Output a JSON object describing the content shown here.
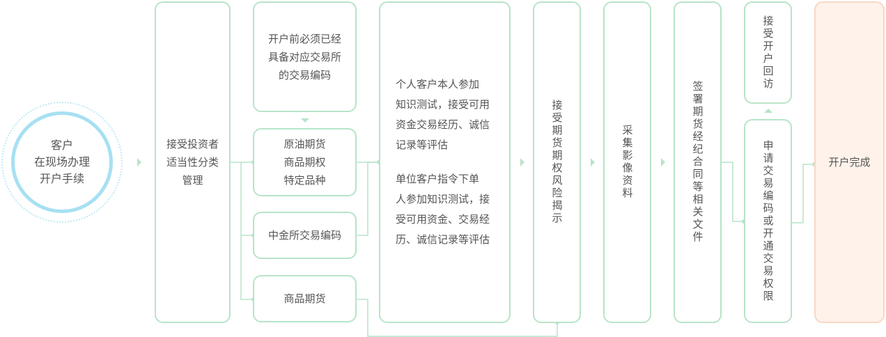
{
  "start": {
    "lines": [
      "客户",
      "在现场办理",
      "开户手续"
    ]
  },
  "steps": {
    "suitability": {
      "lines": [
        "接受投资者",
        "适当性分类",
        "管理"
      ]
    },
    "prerequisite": {
      "lines": [
        "开户前必须已经",
        "具备对应交易所",
        "的交易编码"
      ]
    },
    "crude": {
      "lines": [
        "原油期货",
        "商品期权",
        "特定品种"
      ]
    },
    "cffex": {
      "label": "中金所交易编码"
    },
    "commodity": {
      "label": "商品期货"
    },
    "evaluation": {
      "individual": [
        "个人客户本人参加",
        "知识测试，接受可用",
        "资金交易经历、诚信",
        "记录等评估"
      ],
      "institution": [
        "单位客户指令下单",
        "人参加知识测试，接",
        "受可用资金、交易经",
        "历、诚信记录等评估"
      ]
    },
    "risk": {
      "label": "接受期货期权风险揭示"
    },
    "collect": {
      "label": "采集影像资料"
    },
    "sign": {
      "label": "签署期货经纪合同等相关文件"
    },
    "visit": {
      "label": "接受开户回访"
    },
    "apply": {
      "label": "申请交易编码或开通交易权限"
    },
    "complete": {
      "label": "开户完成"
    }
  },
  "colors": {
    "line": "#b7e4c7",
    "circle": "#a7e0f3",
    "complete_bg": "#fff2ea",
    "complete_border": "#f8d7c4"
  }
}
